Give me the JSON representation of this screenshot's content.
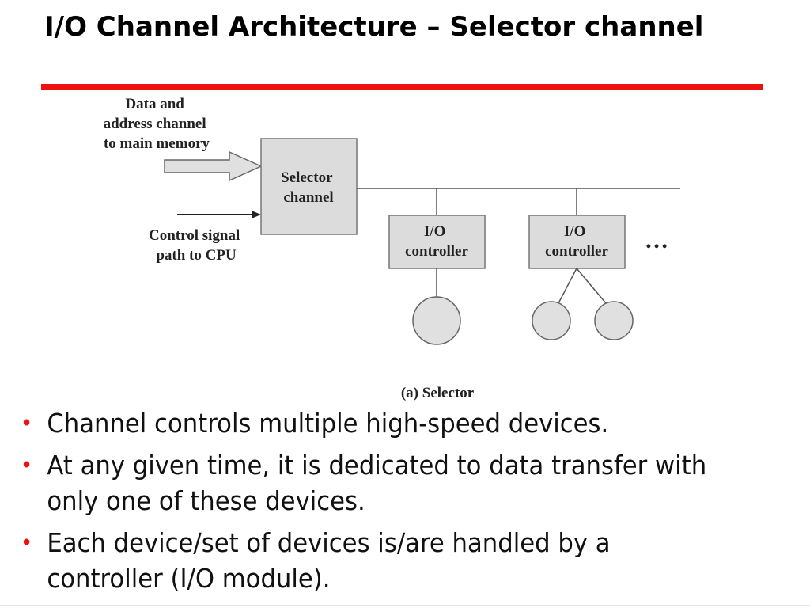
{
  "slide": {
    "title": "I/O Channel Architecture – Selector channel",
    "accent_color": "#ee1111"
  },
  "diagram": {
    "input_label": [
      "Data and",
      "address channel",
      "to main memory"
    ],
    "control_label": [
      "Control signal",
      "path to CPU"
    ],
    "selector_label": [
      "Selector",
      "channel"
    ],
    "controller_1_label": [
      "I/O",
      "controller"
    ],
    "controller_2_label": [
      "I/O",
      "controller"
    ],
    "ellipsis": "…",
    "caption": "(a) Selector"
  },
  "bullets": [
    "Channel controls multiple high-speed devices.",
    "At any given time, it is dedicated to data transfer with only one of these devices.",
    "Each device/set of devices is/are handled by a controller (I/O module)."
  ],
  "bullet_symbol": "•"
}
